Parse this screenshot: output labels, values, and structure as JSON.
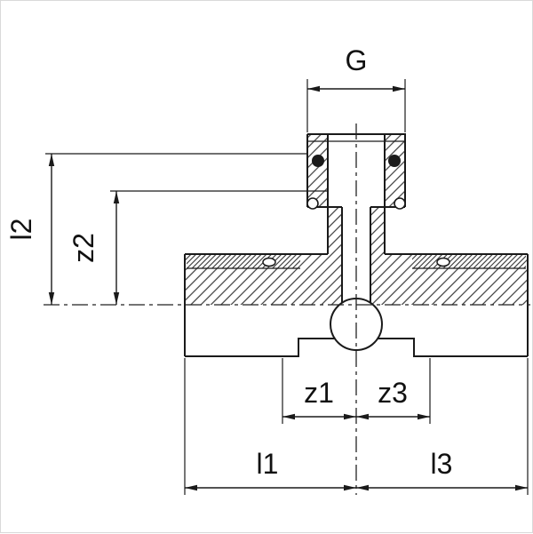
{
  "diagram": {
    "labels": {
      "g": "G",
      "l2": "l2",
      "z2": "z2",
      "z1": "z1",
      "z3": "z3",
      "l1": "l1",
      "l3": "l3"
    },
    "colors": {
      "line": "#1a1a1a",
      "background": "#ffffff",
      "frame": "#d9d9d9"
    }
  }
}
